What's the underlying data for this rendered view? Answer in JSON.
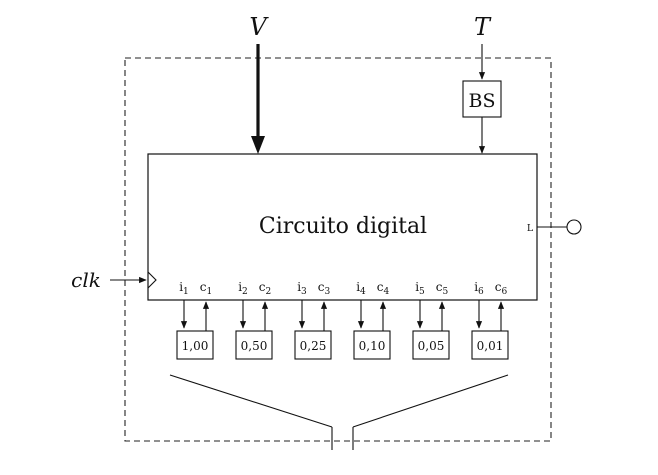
{
  "diagram": {
    "inputs": {
      "v_label": "V",
      "t_label": "T",
      "clk_label": "clk"
    },
    "bs_box_label": "BS",
    "main_block_label": "Circuito digital",
    "output_label": "L",
    "ports": [
      {
        "i_main": "i",
        "i_sub": "1",
        "c_main": "c",
        "c_sub": "1",
        "value": "1,00"
      },
      {
        "i_main": "i",
        "i_sub": "2",
        "c_main": "c",
        "c_sub": "2",
        "value": "0,50"
      },
      {
        "i_main": "i",
        "i_sub": "3",
        "c_main": "c",
        "c_sub": "3",
        "value": "0,25"
      },
      {
        "i_main": "i",
        "i_sub": "4",
        "c_main": "c",
        "c_sub": "4",
        "value": "0,10"
      },
      {
        "i_main": "i",
        "i_sub": "5",
        "c_main": "c",
        "c_sub": "5",
        "value": "0,05"
      },
      {
        "i_main": "i",
        "i_sub": "6",
        "c_main": "c",
        "c_sub": "6",
        "value": "0,01"
      }
    ]
  }
}
